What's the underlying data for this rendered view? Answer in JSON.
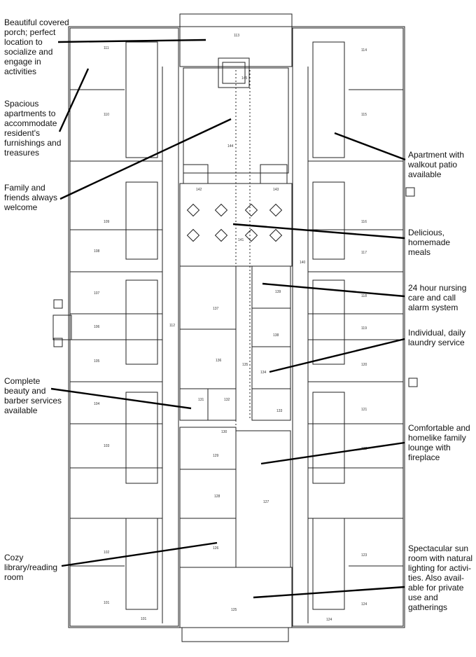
{
  "callouts": {
    "porch": "Beautiful covered\nporch; perfect\nlocation to\nsocialize and\nengage in\nactivities",
    "apartments": "Spacious\napartments to\naccommodate\nresident's\nfurnishings and\ntreasures",
    "family": "Family and\nfriends always\nwelcome",
    "beauty": "Complete\nbeauty and\nbarber services\navailable",
    "library": "Cozy\nlibrary/reading\nroom",
    "patio": "Apartment with\nwalkout patio\navailable",
    "meals": "Delicious,\nhomemade\nmeals",
    "nursing": "24 hour nursing\ncare and call\nalarm system",
    "laundry": "Individual, daily\nlaundry service",
    "lounge": "Comfortable and\nhomelike family\nlounge with\nfireplace",
    "sunroom": "Spectacular sun\nroom with natural\nlighting for activi-\nties. Also avail-\nable for private\nuse and\ngatherings"
  },
  "rooms": {
    "r101": "101",
    "r101b": "101",
    "r102": "102",
    "r103": "103",
    "r104": "104",
    "r105": "105",
    "r106": "106",
    "r107": "107",
    "r108": "108",
    "r109": "109",
    "r110": "110",
    "r111": "111",
    "r112": "112",
    "r113": "113",
    "r114": "114",
    "r115": "115",
    "r116": "116",
    "r117": "117",
    "r118": "118",
    "r119": "119",
    "r120": "120",
    "r121": "121",
    "r122": "122",
    "r123": "123",
    "r124": "124",
    "r124a": "124",
    "r125": "125",
    "r126": "126",
    "r127": "127",
    "r128": "128",
    "r129": "129",
    "r130": "130",
    "r131": "131",
    "r132": "132",
    "r133": "133",
    "r134": "134",
    "r135": "135",
    "r136": "136",
    "r137": "137",
    "r138": "138",
    "r139": "139",
    "r140": "140",
    "r141": "141",
    "r142": "142",
    "r143": "143",
    "r144": "144",
    "r145": "145"
  }
}
